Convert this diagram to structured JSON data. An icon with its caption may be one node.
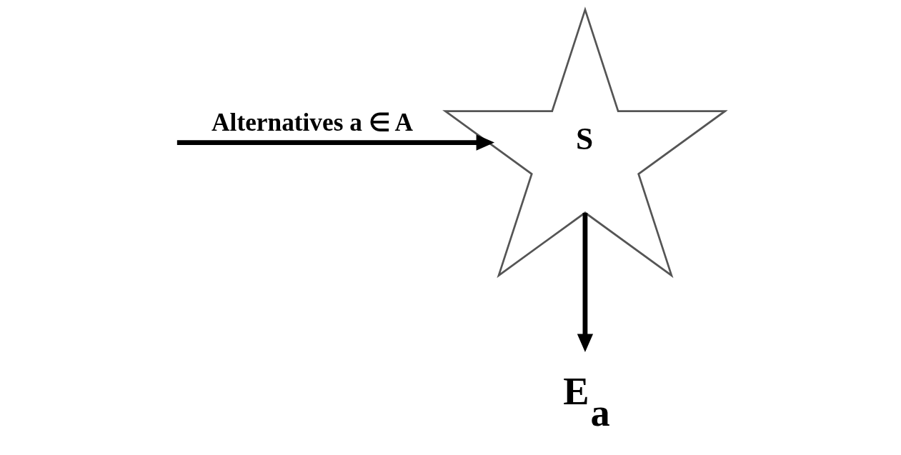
{
  "diagram": {
    "nodes": [
      {
        "text": [
          "S"
        ]
      },
      {
        "text": [
          "E$_{a}$"
        ]
      }
    ],
    "edges": [
      {
        "from": null,
        "to": 0,
        "arrow": "to",
        "label": "Alternatives a ∈ A"
      },
      {
        "from": 0,
        "to": 1,
        "arrow": "to"
      }
    ]
  }
}
